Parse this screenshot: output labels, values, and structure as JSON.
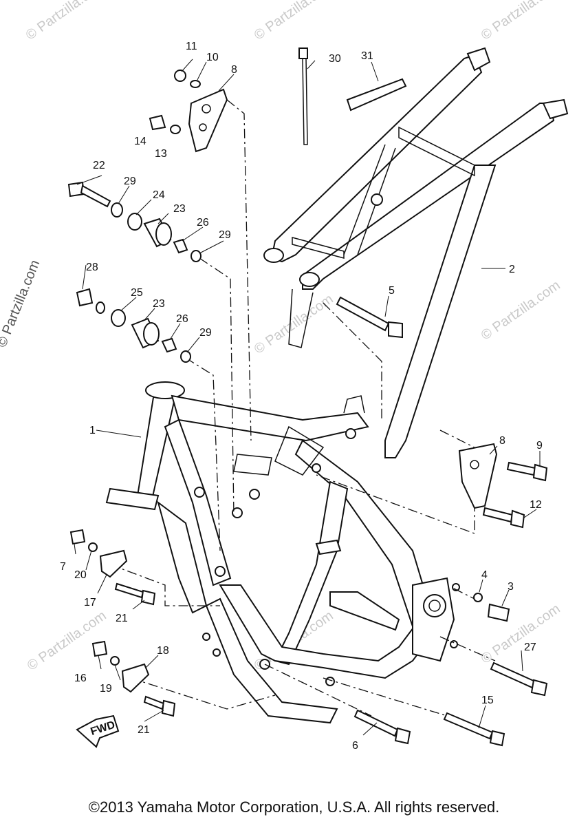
{
  "watermark": {
    "vertical": "© Partzilla.com",
    "small": "© Partzilla.com"
  },
  "fwd_label": "FWD",
  "footer": "©2013 Yamaha Motor Corporation, U.S.A. All rights reserved.",
  "callouts": {
    "c1": "1",
    "c2": "2",
    "c3": "3",
    "c4": "4",
    "c5": "5",
    "c6": "6",
    "c7": "7",
    "c8a": "8",
    "c8b": "8",
    "c9": "9",
    "c10": "10",
    "c11": "11",
    "c12": "12",
    "c13": "13",
    "c14": "14",
    "c15": "15",
    "c16": "16",
    "c17": "17",
    "c18": "18",
    "c19": "19",
    "c20": "20",
    "c21a": "21",
    "c21b": "21",
    "c22": "22",
    "c23a": "23",
    "c23b": "23",
    "c24": "24",
    "c25": "25",
    "c26a": "26",
    "c26b": "26",
    "c27": "27",
    "c28": "28",
    "c29a": "29",
    "c29b": "29",
    "c29c": "29",
    "c30": "30",
    "c31": "31"
  }
}
